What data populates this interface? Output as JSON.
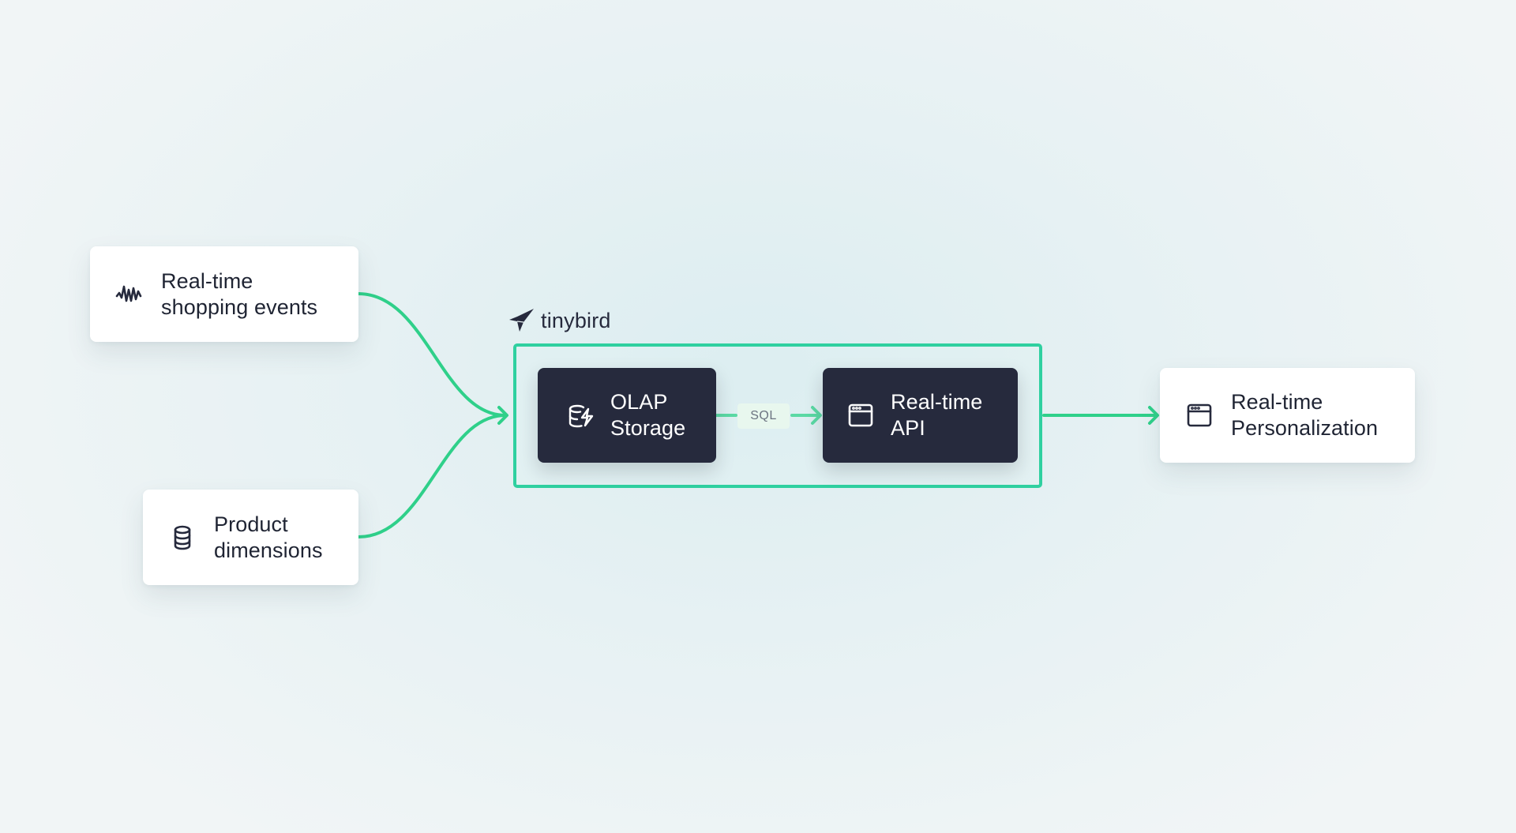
{
  "diagram": {
    "brand": {
      "name": "tinybird",
      "icon": "bird-icon"
    },
    "nodes": {
      "shopping_events": {
        "line1": "Real-time",
        "line2": "shopping events",
        "icon": "waveform-icon"
      },
      "product_dimensions": {
        "line1": "Product",
        "line2": "dimensions",
        "icon": "database-icon"
      },
      "olap_storage": {
        "line1": "OLAP",
        "line2": "Storage",
        "icon": "storage-lightning-icon"
      },
      "realtime_api": {
        "line1": "Real-time",
        "line2": "API",
        "icon": "browser-window-icon"
      },
      "personalization": {
        "line1": "Real-time",
        "line2": "Personalization",
        "icon": "browser-window-icon"
      }
    },
    "edge_label": "SQL",
    "colors": {
      "connector": "#2fd08a",
      "frame": "#2fd0a0",
      "dark_node": "#262a3d",
      "light_node": "#ffffff",
      "text_dark": "#1f2433"
    }
  }
}
